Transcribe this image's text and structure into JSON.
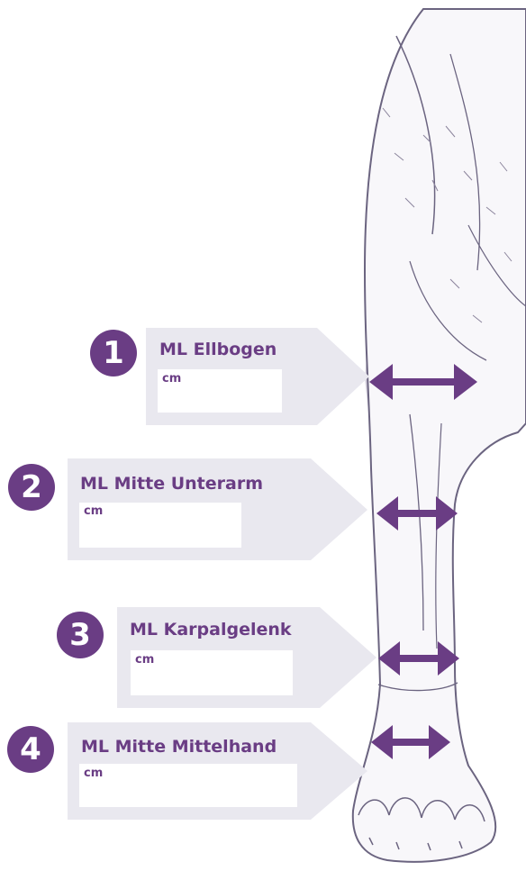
{
  "colors": {
    "accent": "#6a3d84",
    "label_bg": "#e9e8ef",
    "illustration_line": "#6b6480",
    "illustration_shade": "#c9c5d3"
  },
  "measurements": [
    {
      "number": "1",
      "label": "ML Ellbogen",
      "unit": "cm",
      "value": ""
    },
    {
      "number": "2",
      "label": "ML Mitte Unterarm",
      "unit": "cm",
      "value": ""
    },
    {
      "number": "3",
      "label": "ML Karpalgelenk",
      "unit": "cm",
      "value": ""
    },
    {
      "number": "4",
      "label": "ML Mitte Mittelhand",
      "unit": "cm",
      "value": ""
    }
  ]
}
